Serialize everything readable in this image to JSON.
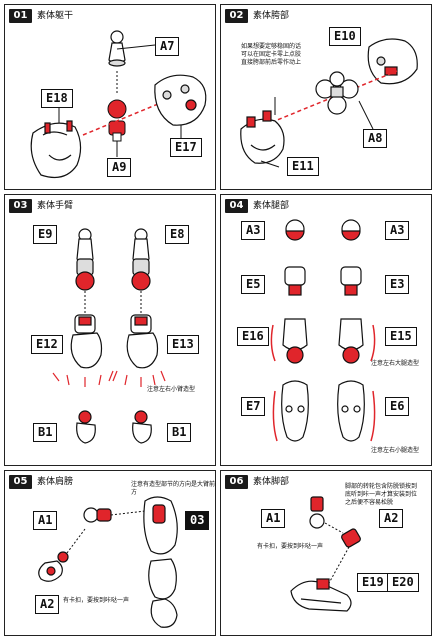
{
  "panels": [
    {
      "step": "01",
      "title": "素体躯干"
    },
    {
      "step": "02",
      "title": "素体胯部"
    },
    {
      "step": "03",
      "title": "素体手臂"
    },
    {
      "step": "04",
      "title": "素体腿部"
    },
    {
      "step": "05",
      "title": "素体肩膀"
    },
    {
      "step": "06",
      "title": "素体脚部"
    }
  ],
  "parts": {
    "p1": [
      "A7",
      "E18",
      "E17",
      "A9"
    ],
    "p2": [
      "E10",
      "A8",
      "E11"
    ],
    "p3": [
      "E9",
      "E8",
      "E12",
      "E13",
      "B1",
      "B1"
    ],
    "p4": [
      "A3",
      "A3",
      "E5",
      "E3",
      "E16",
      "E15",
      "E7",
      "E6"
    ],
    "p5": [
      "A1",
      "03",
      "A2"
    ],
    "p6": [
      "A1",
      "A2",
      "E19",
      "E20"
    ]
  },
  "notes": {
    "p2": [
      "如果想要定够稳固的话",
      "可以在固定卡零上点胶",
      "直接胯部前后零作动上"
    ],
    "p3": "注意左右小臂造型",
    "p4_a": "注意左右大腿造型",
    "p4_b": "注意左右小腿造型",
    "p5_a": "注意有造型部节的方向是大臂前方",
    "p5_b": "有卡扣，要按到咔哒一声",
    "p6_a": [
      "脚部的转轮包含防脱锁按到",
      "底听到咔一声才算安装到位",
      "之后便不容易松脱"
    ],
    "p6_b": "有卡扣，要按到咔哒一声"
  },
  "colors": {
    "accent": "#e0252b",
    "ink": "#111111",
    "part": "#ffffff",
    "shade": "#d9d9d9"
  }
}
